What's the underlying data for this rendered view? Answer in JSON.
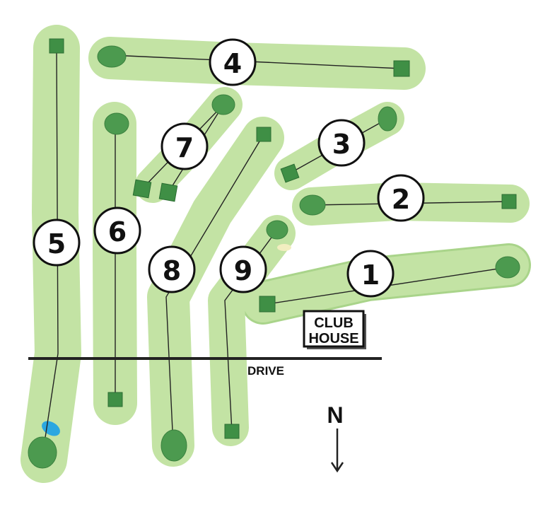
{
  "map": {
    "holes": [
      {
        "number": "1"
      },
      {
        "number": "2"
      },
      {
        "number": "3"
      },
      {
        "number": "4"
      },
      {
        "number": "5"
      },
      {
        "number": "6"
      },
      {
        "number": "7"
      },
      {
        "number": "8"
      },
      {
        "number": "9"
      }
    ],
    "clubhouse": {
      "line1": "CLUB",
      "line2": "HOUSE"
    },
    "road_label": "DRIVE",
    "compass": {
      "label": "N",
      "direction": "down"
    },
    "colors": {
      "fairway": "#c3e3a4",
      "green": "#4c9a4f",
      "tee": "#3f8f45",
      "water": "#2aa7e0"
    }
  }
}
